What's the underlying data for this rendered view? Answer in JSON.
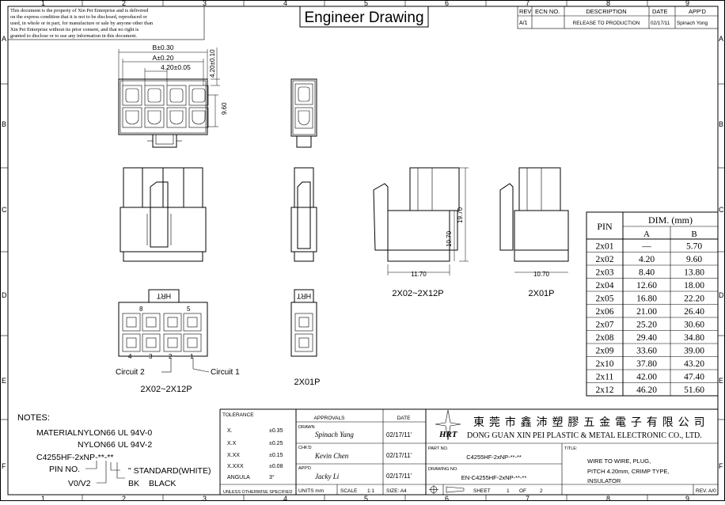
{
  "title": "Engineer Drawing",
  "notice": [
    "This document is the property of Xin Pei Enterprise and is delivered",
    "on the express condition that it is not to be disclosed, reproduced or",
    "used, in whole or in part, for manufacture or sale by anyone other than",
    "Xin Pei Enterprise without its prior consent, and that no right is",
    "granted to disclose or to use any information in this document."
  ],
  "zones": {
    "cols": [
      "1",
      "2",
      "3",
      "4",
      "5",
      "6",
      "7",
      "8",
      "9"
    ],
    "rows": [
      "A",
      "B",
      "C",
      "D",
      "E",
      "F"
    ]
  },
  "revision": {
    "headers": [
      "REV",
      "ECN NO.",
      "DESCRIPTION",
      "DATE",
      "APP'D"
    ],
    "rows": [
      [
        "A/1",
        "",
        "RELEASE TO PRODUCTION",
        "02/17/11",
        "Spinach Yong"
      ]
    ]
  },
  "dims": {
    "b": "B±0.30",
    "a": "A±0.20",
    "pitch": "4.20±0.05",
    "height_top": "4.20±0.10",
    "h960": "9.60",
    "h1970": "19.70",
    "h1070": "10.70",
    "w1170": "11.70",
    "w1070": "10.70"
  },
  "labels": {
    "multi_side": "2X02~2X12P",
    "single_side": "2X01P",
    "multi_bottom": "2X02~2X12P",
    "single_bottom": "2X01P",
    "logo_text": "HRT",
    "pin_8": "8",
    "pin_5": "5",
    "pin_1": "1",
    "pin_2": "2",
    "pin_3": "3",
    "pin_4": "4",
    "circuit2": "Circuit 2",
    "circuit1": "Circuit 1"
  },
  "dim_table": {
    "pin_header": "PIN",
    "dim_header": "DIM. (mm)",
    "a_header": "A",
    "b_header": "B",
    "rows": [
      [
        "2x01",
        "—",
        "5.70"
      ],
      [
        "2x02",
        "4.20",
        "9.60"
      ],
      [
        "2x03",
        "8.40",
        "13.80"
      ],
      [
        "2x04",
        "12.60",
        "18.00"
      ],
      [
        "2x05",
        "16.80",
        "22.20"
      ],
      [
        "2x06",
        "21.00",
        "26.40"
      ],
      [
        "2x07",
        "25.20",
        "30.60"
      ],
      [
        "2x08",
        "29.40",
        "34.80"
      ],
      [
        "2x09",
        "33.60",
        "39.00"
      ],
      [
        "2x10",
        "37.80",
        "43.20"
      ],
      [
        "2x11",
        "42.00",
        "47.40"
      ],
      [
        "2x12",
        "46.20",
        "51.60"
      ]
    ]
  },
  "notes": {
    "heading": "NOTES:",
    "material_label": "MATERIAL:",
    "material1": "NYLON66  UL  94V-0",
    "material2": "NYLON66  UL  94V-2",
    "part_code": "C4255HF-2xNP-**-**",
    "pin_no": "PIN  NO.",
    "quote_mark": "\"",
    "standard": "\"  STANDARD(WHITE)",
    "v0v2": "V0/V2",
    "bk": "BK",
    "black": "BLACK"
  },
  "tolerance": {
    "header": "TOLERANCE",
    "rows": [
      [
        "X.",
        "±0.35"
      ],
      [
        "X.X",
        "±0.25"
      ],
      [
        "X.XX",
        "±0.15"
      ],
      [
        "X.XXX",
        "±0.08"
      ],
      [
        "ANGULA",
        "3°"
      ]
    ],
    "footer": "UNLESS OTHERWISE SPECIFIED"
  },
  "approvals": {
    "header": "APPROVALS",
    "date_header": "DATE",
    "rows": [
      {
        "role": "DRAWN",
        "name": "Spinach Yang",
        "date": "02/17/11'"
      },
      {
        "role": "CHK'D",
        "name": "Kevin Chen",
        "date": "02/17/11'"
      },
      {
        "role": "APP'D",
        "name": "Jacky Li",
        "date": "02/17/11'"
      }
    ]
  },
  "units": {
    "units": "UNITS  mm",
    "scale_label": "SCALE",
    "scale": "1:1",
    "size": "SIZE: A4",
    "sheet_label": "SHEET",
    "sheet": "1",
    "of": "OF",
    "total": "2"
  },
  "company": {
    "logo": "HRT",
    "cn_name": "東 莞 市 鑫 沛 塑 膠 五 金 電 子 有 限 公 司",
    "en_name": "DONG GUAN XIN PEI PLASTIC & METAL ELECTRONIC CO., LTD."
  },
  "part": {
    "part_label": "PART NO.",
    "part_no": "C4255HF-2xNP-**-**",
    "drawing_label": "DRAWING NO.",
    "drawing_no": "EN-C4255HF-2xNP-**-**"
  },
  "title_block": {
    "label": "TITLE:",
    "line1": "WIRE TO WIRE, PLUG,",
    "line2": "PITCH 4.20mm, CRIMP TYPE,",
    "line3": "INSULATOR",
    "rev": "REV. A/0"
  }
}
